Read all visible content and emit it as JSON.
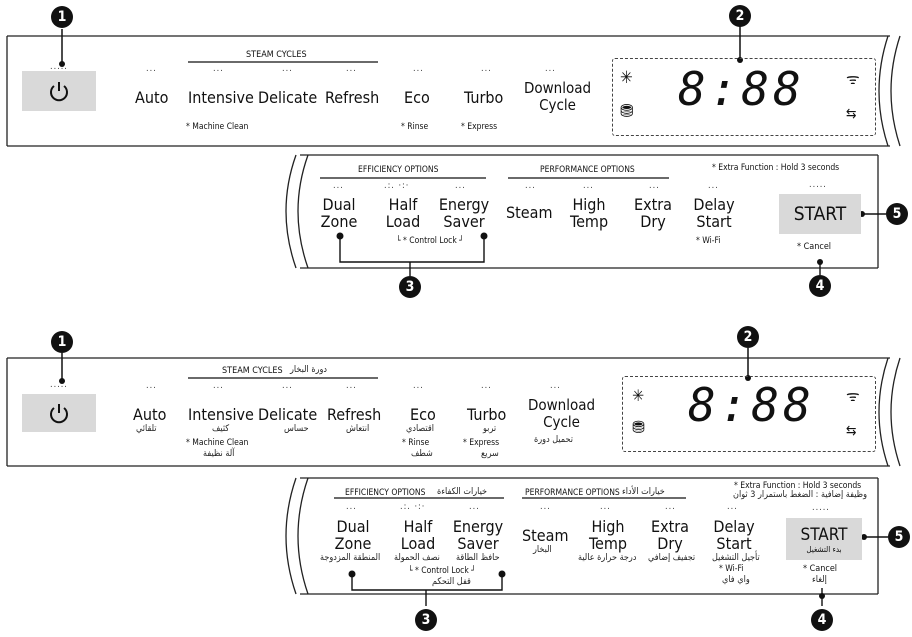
{
  "badges": [
    "1",
    "2",
    "3",
    "4",
    "5"
  ],
  "power_icon": "power-icon",
  "dots5": ".....",
  "dots3": "...",
  "steam_cycles_header": "STEAM CYCLES",
  "steam_cycles_header_ar": "دورة البخار",
  "cycles": {
    "auto": {
      "label": "Auto",
      "ar": "تلقائي"
    },
    "intensive": {
      "label": "Intensive",
      "ar": "كثيف",
      "sub": "* Machine Clean",
      "sub_ar": "آلة نظيفة"
    },
    "delicate": {
      "label": "Delicate",
      "ar": "حساس"
    },
    "refresh": {
      "label": "Refresh",
      "ar": "انتعاش"
    },
    "eco": {
      "label": "Eco",
      "ar": "اقتصادي",
      "sub": "* Rinse",
      "sub_ar": "شطف"
    },
    "turbo": {
      "label": "Turbo",
      "ar": "تربو",
      "sub": "* Express",
      "sub_ar": "سريع"
    },
    "download": {
      "label1": "Download",
      "label2": "Cycle",
      "ar": "تحميل دورة"
    }
  },
  "display_digits": "8:88",
  "efficiency_header": "EFFICIENCY OPTIONS",
  "efficiency_header_ar": "خيارات الكفاءة",
  "performance_header": "PERFORMANCE OPTIONS",
  "performance_header_ar": "خيارات الأداء",
  "extra_function": "* Extra Function : Hold 3 seconds",
  "extra_function_ar": "وظيفة إضافية : الضغط باستمرار 3 ثوان",
  "options": {
    "dual": {
      "l1": "Dual",
      "l2": "Zone",
      "ar": "المنطقة المزدوجة"
    },
    "half": {
      "l1": "Half",
      "l2": "Load",
      "ar": "نصف الحمولة"
    },
    "energy": {
      "l1": "Energy",
      "l2": "Saver",
      "ar": "حافظ الطاقة"
    },
    "steam": {
      "l1": "Steam",
      "ar": "البخار"
    },
    "hightemp": {
      "l1": "High",
      "l2": "Temp",
      "ar": "درجة حرارة عالية"
    },
    "extradry": {
      "l1": "Extra",
      "l2": "Dry",
      "ar": "تجفيف إضافي"
    },
    "delay": {
      "l1": "Delay",
      "l2": "Start",
      "ar": "تأجيل التشغيل",
      "sub": "* Wi-Fi",
      "sub_ar": "واي فاي"
    }
  },
  "control_lock": "└ * Control Lock ┘",
  "control_lock_ar": "قفل التحكم",
  "start_label": "START",
  "start_ar": "بدء التشغيل",
  "cancel": "* Cancel",
  "cancel_ar": "إلغاء",
  "half_dots": ".:.  ·:·"
}
